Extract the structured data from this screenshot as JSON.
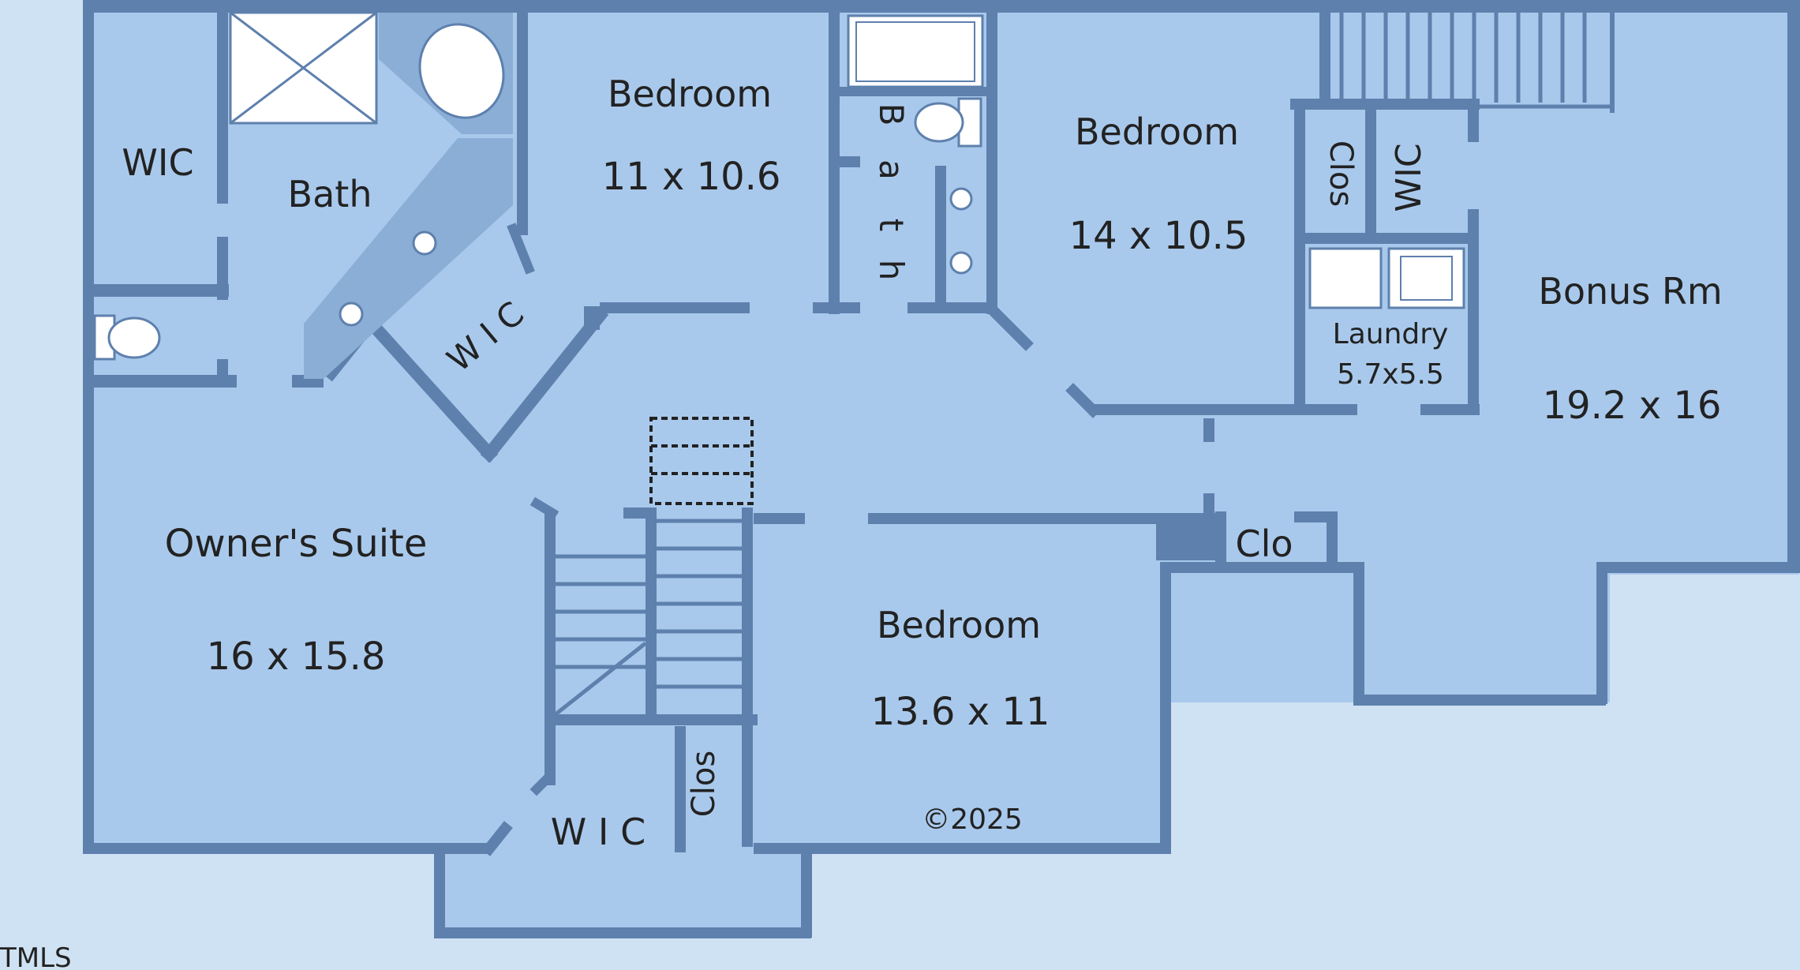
{
  "colors": {
    "background": "#cfe2f3",
    "floor": "#a9c9ec",
    "wall": "#5e80ad",
    "fixture": "#ffffff",
    "text": "#222222"
  },
  "rooms": {
    "wic_top": "WIC",
    "bath_owner": "Bath",
    "bedroom1_name": "Bedroom",
    "bedroom1_size": "11 x 10.6",
    "bath_hall_letters": [
      "B",
      "a",
      "t",
      "h"
    ],
    "bedroom2_name": "Bedroom",
    "bedroom2_size": "14 x 10.5",
    "clos_upper": "Clos",
    "wic_upper": "WIC",
    "laundry_name": "Laundry",
    "laundry_size": "5.7x5.5",
    "bonus_name": "Bonus Rm",
    "bonus_size": "19.2 x 16",
    "wic_diag": "W I C",
    "owner_name": "Owner's Suite",
    "owner_size": "16 x 15.8",
    "bedroom3_name": "Bedroom",
    "bedroom3_size": "13.6 x 11",
    "clo": "Clo",
    "clos_lower": "Clos",
    "wic_bottom": "W I C",
    "copyright": "©2025"
  },
  "watermark": "TMLS",
  "icons": [
    "toilet-icon",
    "sink-icon",
    "bathtub-icon",
    "shower-icon",
    "washer-icon",
    "dryer-icon",
    "stairs-icon"
  ]
}
